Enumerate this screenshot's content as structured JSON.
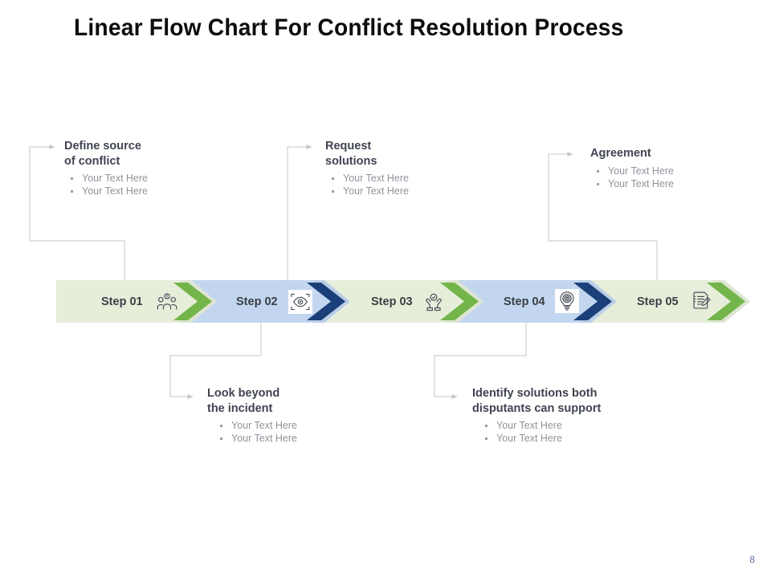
{
  "page": {
    "title": "Linear Flow Chart For Conflict Resolution Process",
    "page_number": "8"
  },
  "colors": {
    "band_green": "#e6eeda",
    "band_blue": "#c2d6ef",
    "chevron_green": "#73b54a",
    "chevron_navy": "#1b3f78",
    "title_text": "#0d0d0d",
    "step_text": "#3a3f45",
    "callout_title": "#3f4450",
    "bullet_text": "#8f949b",
    "connector": "#c7c7c7",
    "page_number": "#5b7196"
  },
  "flow": {
    "steps": [
      {
        "label": "Step 01",
        "icon": "people-group-icon",
        "band": "green"
      },
      {
        "label": "Step 02",
        "icon": "eye-scan-icon",
        "band": "blue"
      },
      {
        "label": "Step 03",
        "icon": "hands-check-icon",
        "band": "green"
      },
      {
        "label": "Step 04",
        "icon": "lightbulb-gear-icon",
        "band": "blue"
      },
      {
        "label": "Step 05",
        "icon": "document-pen-icon",
        "band": "green"
      }
    ]
  },
  "callouts": [
    {
      "id": "callout-step-01",
      "title": "Define source\nof conflict",
      "bullets": [
        "Your Text Here",
        "Your Text Here"
      ],
      "position": "top"
    },
    {
      "id": "callout-step-02",
      "title": "Look beyond\nthe incident",
      "bullets": [
        "Your Text Here",
        "Your Text Here"
      ],
      "position": "bottom"
    },
    {
      "id": "callout-step-03",
      "title": "Request\nsolutions",
      "bullets": [
        "Your Text Here",
        "Your Text Here"
      ],
      "position": "top"
    },
    {
      "id": "callout-step-04",
      "title": "Identify solutions both\ndisputants can support",
      "bullets": [
        "Your Text Here",
        "Your Text Here"
      ],
      "position": "bottom"
    },
    {
      "id": "callout-step-05",
      "title": "Agreement",
      "bullets": [
        "Your Text Here",
        "Your Text Here"
      ],
      "position": "top"
    }
  ]
}
